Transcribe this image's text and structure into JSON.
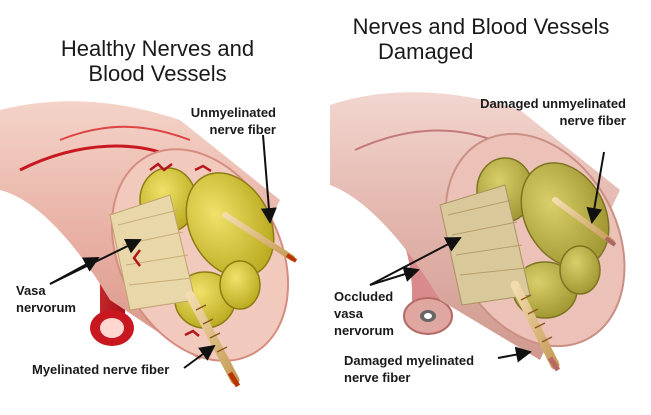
{
  "left": {
    "title_line1": "Healthy Nerves and",
    "title_line2": "Blood Vessels",
    "labels": {
      "unmyelinated_1": "Unmyelinated",
      "unmyelinated_2": "nerve fiber",
      "vasa_1": "Vasa",
      "vasa_2": "nervorum",
      "myelinated": "Myelinated nerve fiber"
    }
  },
  "right": {
    "title_line1": "Nerves and Blood Vessels",
    "title_line2": "Damaged",
    "labels": {
      "damaged_unmyelinated_1": "Damaged unmyelinated",
      "damaged_unmyelinated_2": "nerve fiber",
      "occluded_1": "Occluded",
      "occluded_2": "vasa",
      "occluded_3": "nervorum",
      "damaged_myelinated_1": "Damaged myelinated",
      "damaged_myelinated_2": "nerve fiber"
    }
  },
  "colors": {
    "artery_red": "#c8171f",
    "sheath_pink": "#eab3a8",
    "fascicle_yellow": "#c9bb2a",
    "fascicle_damaged": "#b5a93a"
  }
}
